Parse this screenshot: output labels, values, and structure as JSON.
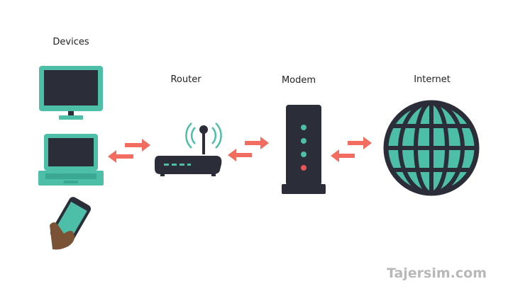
{
  "labels": {
    "devices": "Devices",
    "router": "Router",
    "modem": "Modem",
    "internet": "Internet"
  },
  "watermark": "Tajersim.com",
  "colors": {
    "teal": "#4dbfa8",
    "dark": "#2b2d38",
    "arrow": "#f26c5f",
    "led_green": "#4dbfa8",
    "led_red": "#e85555",
    "skin": "#7a5235"
  },
  "icons": [
    "monitor-icon",
    "laptop-icon",
    "smartphone-icon",
    "router-icon",
    "modem-icon",
    "globe-icon",
    "bidirectional-arrow-icon"
  ]
}
